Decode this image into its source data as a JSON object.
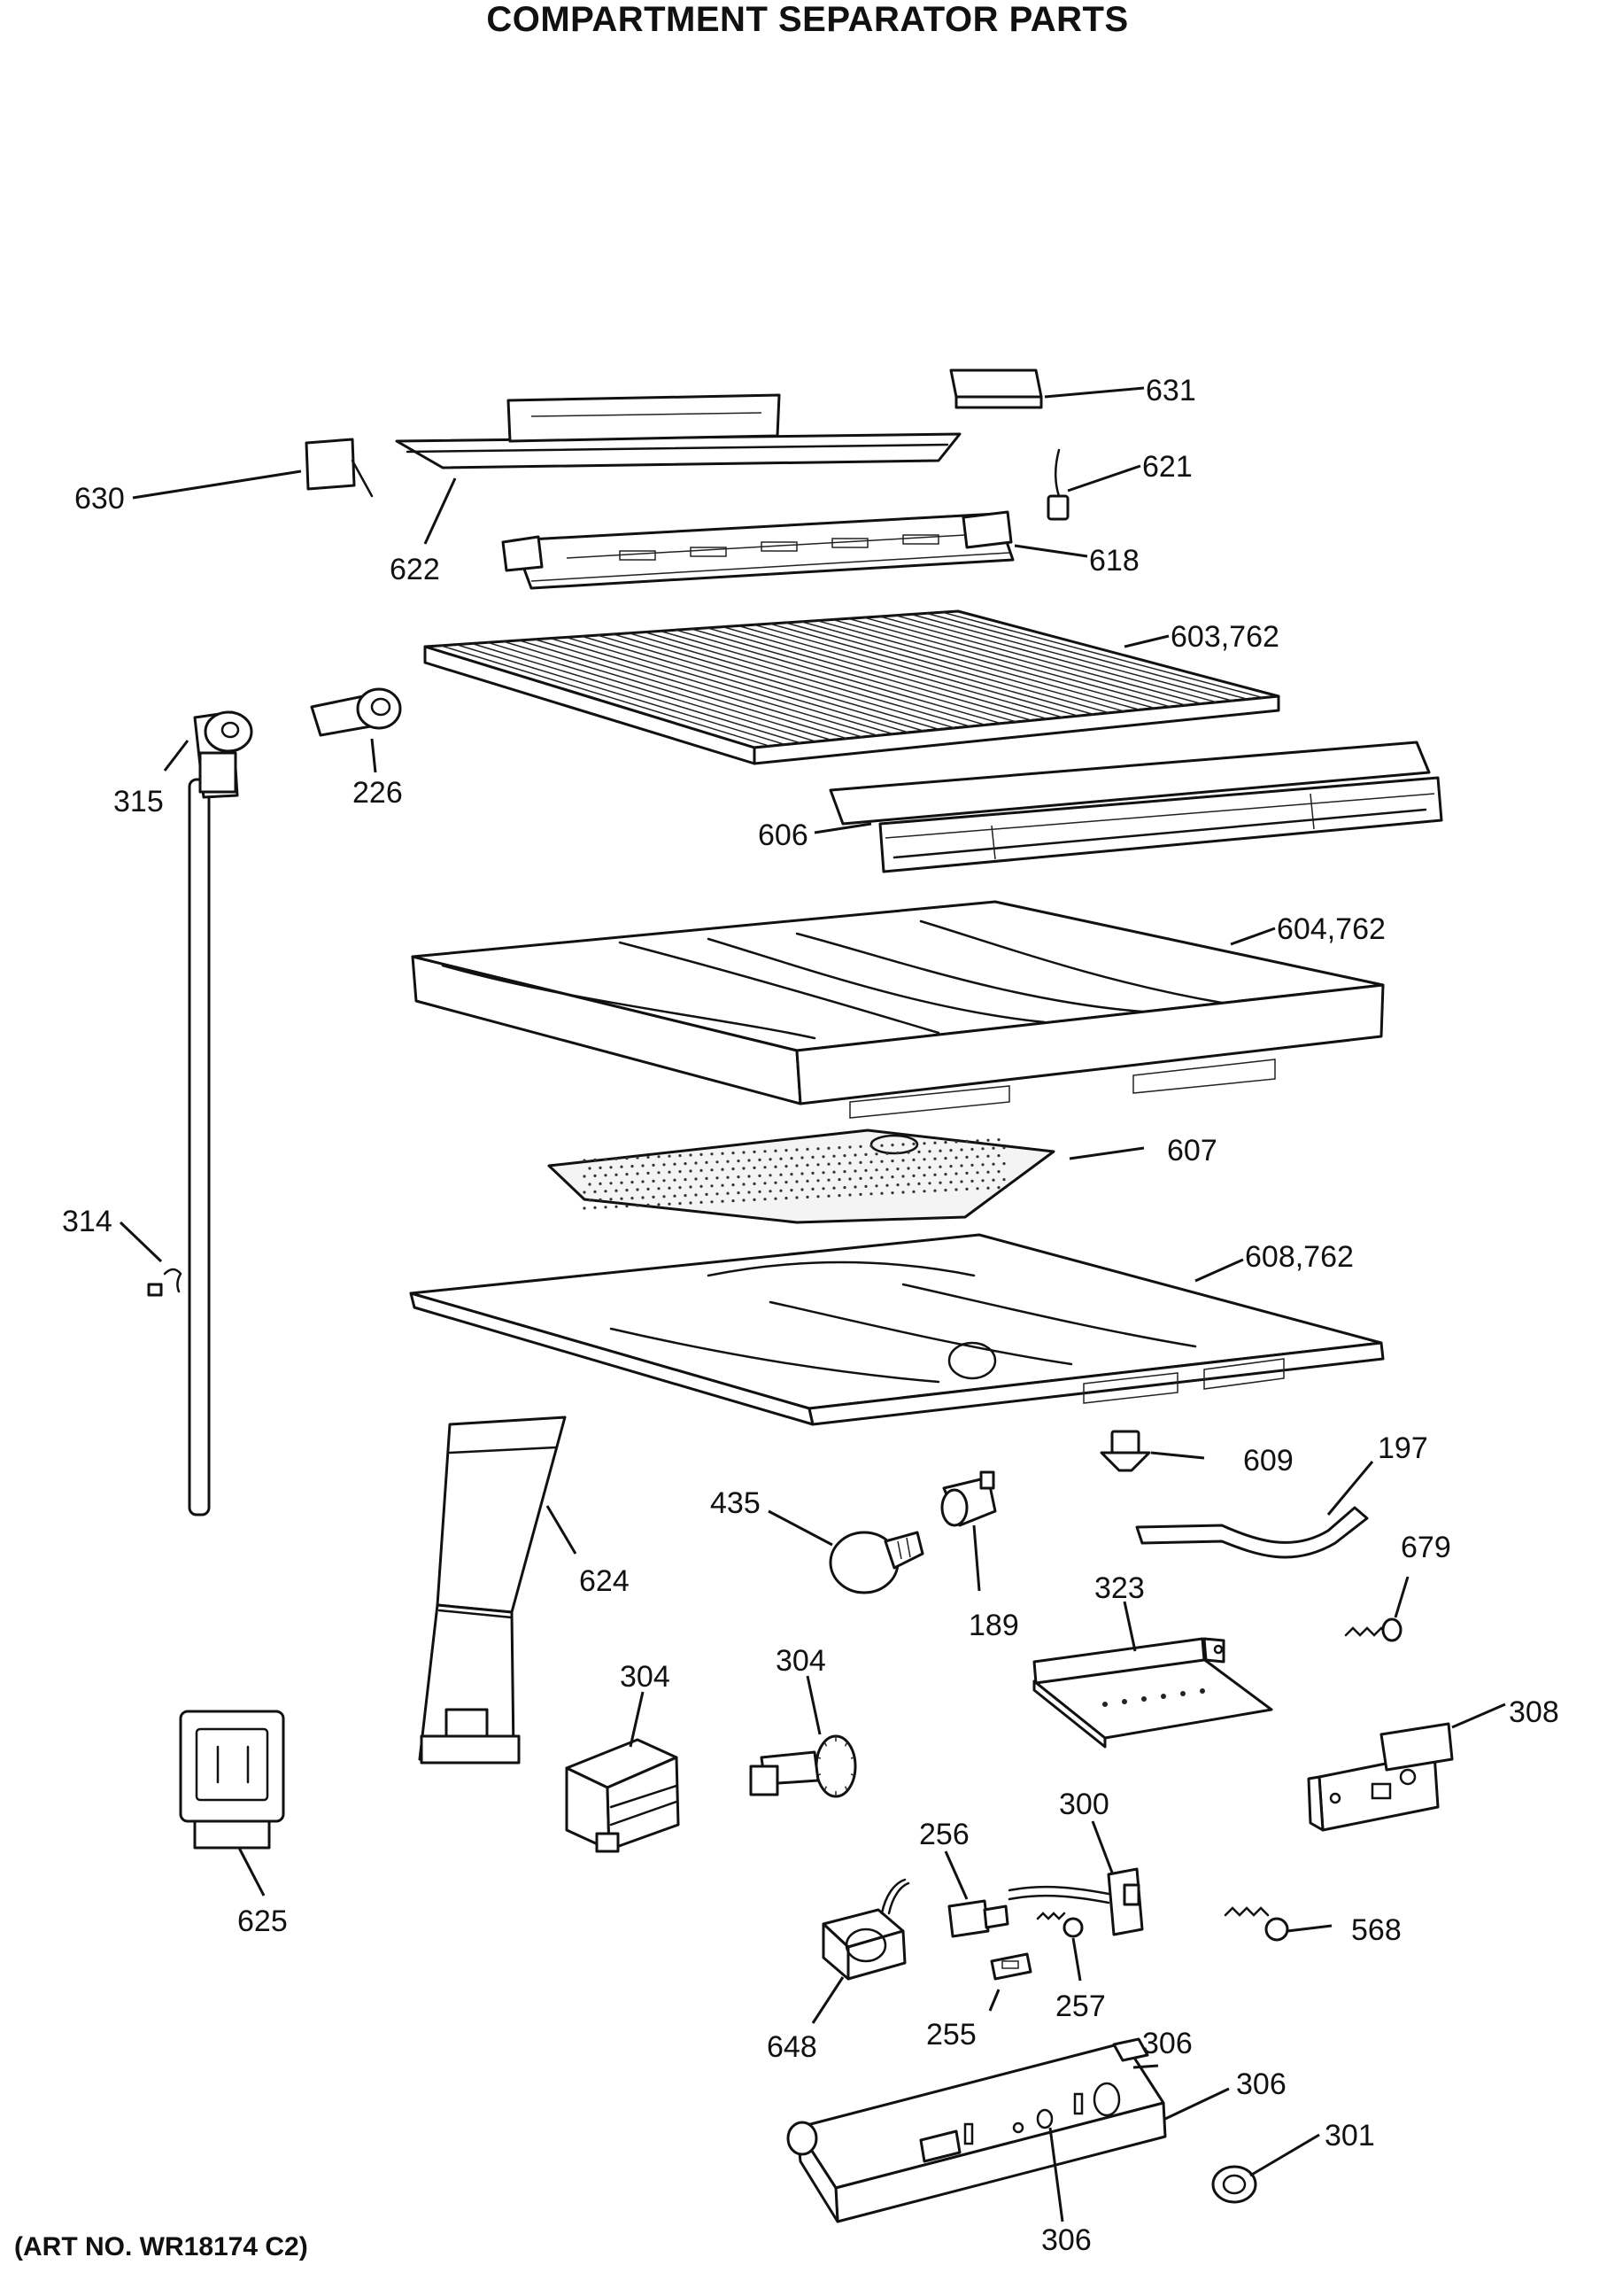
{
  "title": "COMPARTMENT SEPARATOR PARTS",
  "art_number": "(ART NO. WR18174  C2)",
  "callouts": [
    {
      "id": "631",
      "label": "631"
    },
    {
      "id": "621",
      "label": "621"
    },
    {
      "id": "630",
      "label": "630"
    },
    {
      "id": "622",
      "label": "622"
    },
    {
      "id": "618",
      "label": "618"
    },
    {
      "id": "603_762",
      "label": "603,762"
    },
    {
      "id": "315",
      "label": "315"
    },
    {
      "id": "226",
      "label": "226"
    },
    {
      "id": "606",
      "label": "606"
    },
    {
      "id": "604_762",
      "label": "604,762"
    },
    {
      "id": "607",
      "label": "607"
    },
    {
      "id": "314",
      "label": "314"
    },
    {
      "id": "608_762",
      "label": "608,762"
    },
    {
      "id": "197",
      "label": "197"
    },
    {
      "id": "609",
      "label": "609"
    },
    {
      "id": "435",
      "label": "435"
    },
    {
      "id": "624",
      "label": "624"
    },
    {
      "id": "679",
      "label": "679"
    },
    {
      "id": "189",
      "label": "189"
    },
    {
      "id": "323",
      "label": "323"
    },
    {
      "id": "304a",
      "label": "304"
    },
    {
      "id": "304b",
      "label": "304"
    },
    {
      "id": "308",
      "label": "308"
    },
    {
      "id": "300",
      "label": "300"
    },
    {
      "id": "256",
      "label": "256"
    },
    {
      "id": "625",
      "label": "625"
    },
    {
      "id": "568",
      "label": "568"
    },
    {
      "id": "257",
      "label": "257"
    },
    {
      "id": "648",
      "label": "648"
    },
    {
      "id": "255",
      "label": "255"
    },
    {
      "id": "306a",
      "label": "306"
    },
    {
      "id": "306b",
      "label": "306"
    },
    {
      "id": "301",
      "label": "301"
    },
    {
      "id": "306c",
      "label": "306"
    }
  ]
}
